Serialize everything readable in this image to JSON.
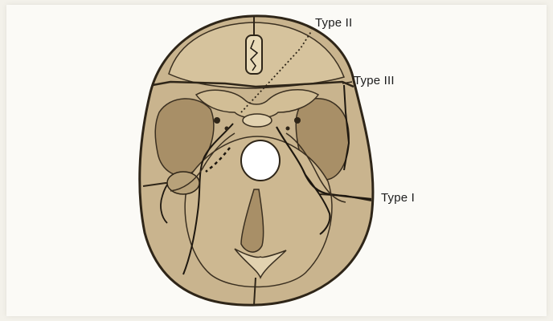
{
  "figure": {
    "labels": {
      "type_ii": "Type II",
      "type_iii": "Type III",
      "type_i": "Type I"
    },
    "colors": {
      "bone_fill": "#c9b48e",
      "bone_dark": "#a88f67",
      "outline": "#2e2518",
      "fracture_line": "#1d170f",
      "foramen": "#ffffff",
      "paper": "#fbfaf6"
    }
  }
}
